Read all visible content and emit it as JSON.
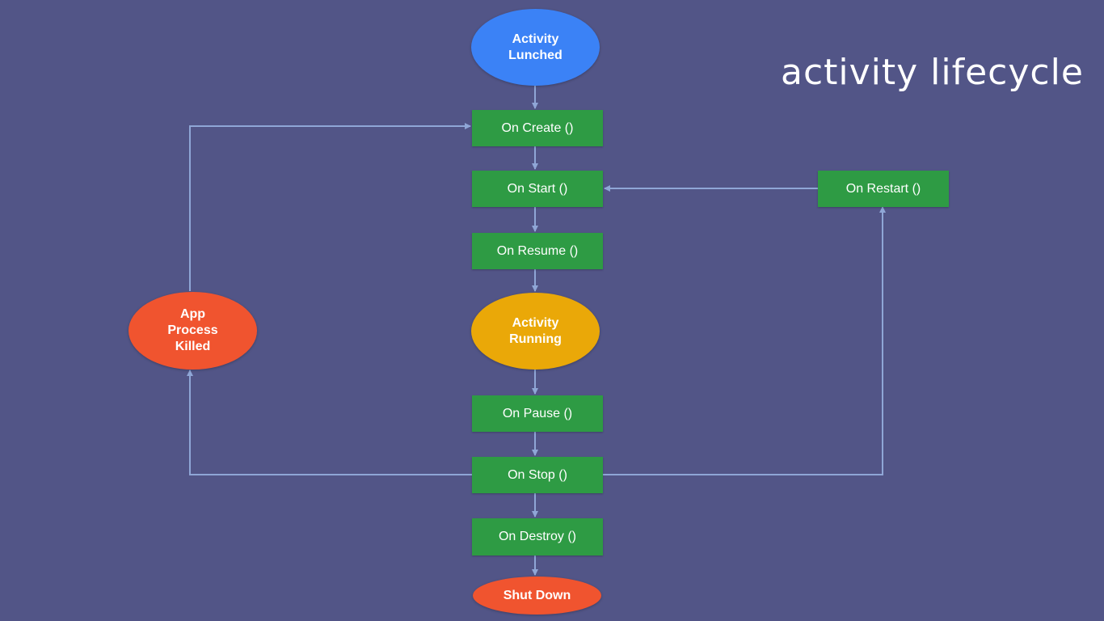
{
  "title": "activity lifecycle",
  "nodes": {
    "activity_lunched": "Activity\nLunched",
    "on_create": "On Create ()",
    "on_start": "On Start ()",
    "on_restart": "On Restart ()",
    "on_resume": "On Resume ()",
    "activity_running": "Activity\nRunning",
    "app_process_killed": "App\nProcess\nKilled",
    "on_pause": "On Pause ()",
    "on_stop": "On Stop ()",
    "on_destroy": "On Destroy ()",
    "shut_down": "Shut Down"
  },
  "colors": {
    "background": "#525587",
    "step_box": "#2e9b44",
    "start_oval": "#3b82f6",
    "running_oval": "#eaa808",
    "end_oval": "#f0542f",
    "connector": "#8fa6d6"
  }
}
